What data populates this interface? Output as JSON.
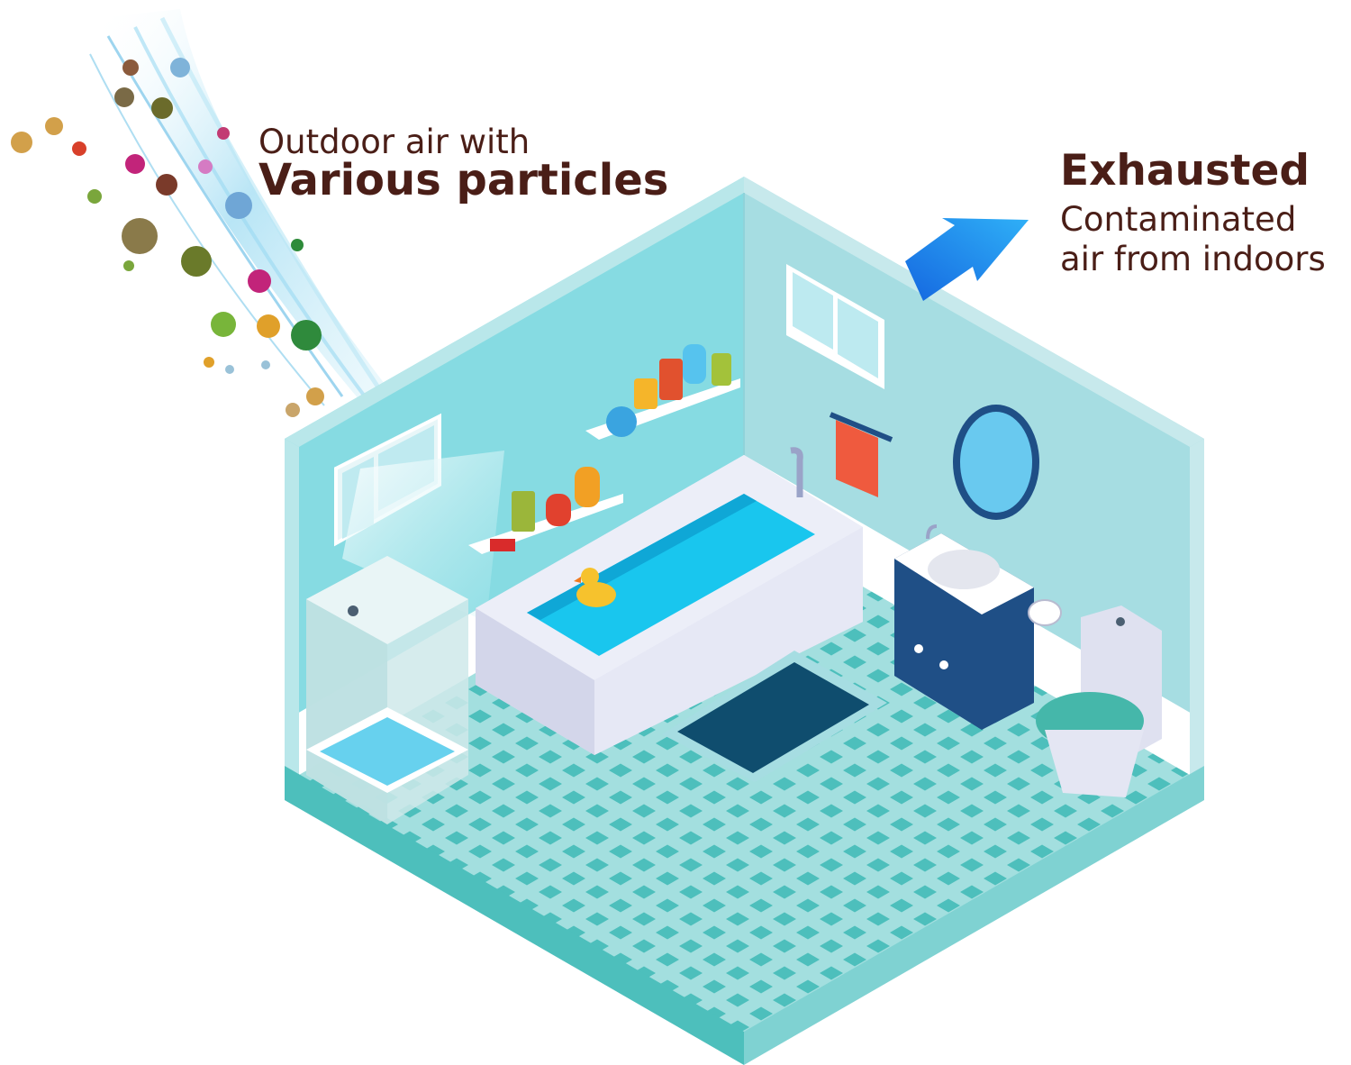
{
  "labels": {
    "outdoor_line1": "Outdoor air with",
    "outdoor_line2": "Various particles",
    "exhaust_line1": "Exhausted",
    "exhaust_line2": "Contaminated",
    "exhaust_line3": "air from indoors"
  },
  "colors": {
    "text": "#4a1e17",
    "wall_left": "#86dbe2",
    "wall_right": "#a6dde2",
    "floor_light": "#9fdcdc",
    "floor_dark": "#4ebfbd",
    "arrow": "#1f8cf0",
    "water": "#19c6ee",
    "vanity": "#1f4f86",
    "towel": "#ef5a3e",
    "mat": "#0f4d6e"
  },
  "icons": [
    "airflow-stream-icon",
    "particle-cluster-icon",
    "exhaust-arrow-icon",
    "bathroom-scene-icon"
  ]
}
